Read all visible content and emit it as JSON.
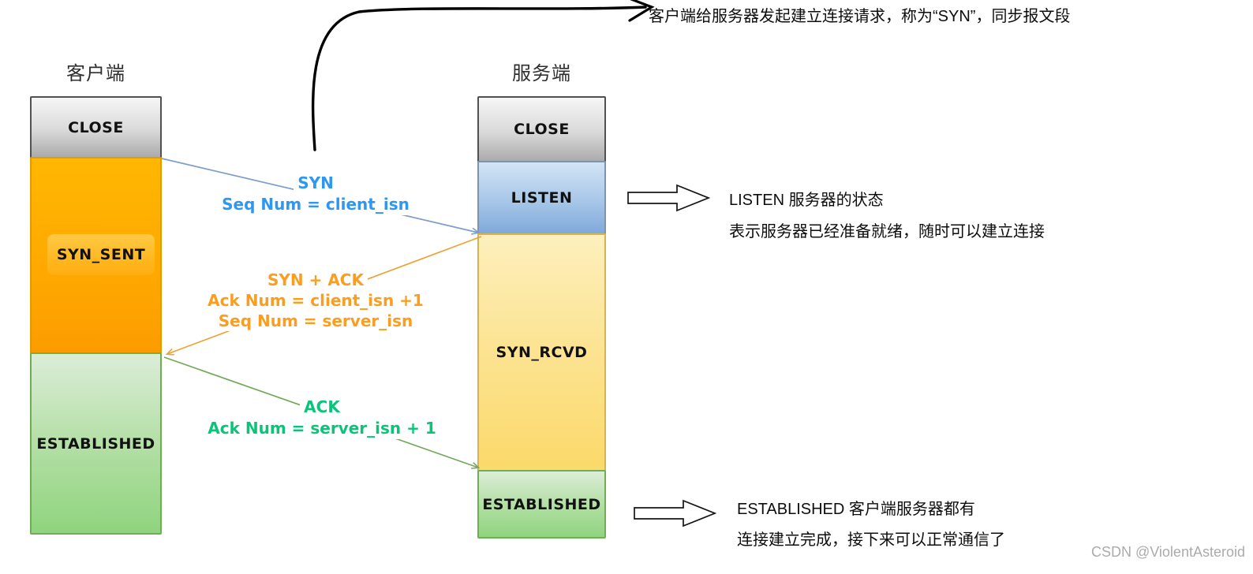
{
  "top_note": {
    "text": "客户端给服务器发起建立连接请求，称为“SYN”，同步报文段"
  },
  "client": {
    "title": "客户端",
    "states": [
      {
        "label": "CLOSE"
      },
      {
        "label": "SYN_SENT"
      },
      {
        "label": "ESTABLISHED"
      }
    ]
  },
  "server": {
    "title": "服务端",
    "states": [
      {
        "label": "CLOSE"
      },
      {
        "label": "LISTEN"
      },
      {
        "label": "SYN_RCVD"
      },
      {
        "label": "ESTABLISHED"
      }
    ]
  },
  "messages": [
    {
      "name": "syn",
      "lines": [
        "SYN",
        "Seq Num = client_isn"
      ],
      "color": "#2e97f2"
    },
    {
      "name": "syn-ack",
      "lines": [
        "SYN + ACK",
        "Ack Num =  client_isn +1",
        "Seq Num = server_isn"
      ],
      "color": "#fb9e1f"
    },
    {
      "name": "ack",
      "lines": [
        "ACK",
        "Ack Num = server_isn + 1"
      ],
      "color": "#0ac47a"
    }
  ],
  "annotations": [
    {
      "line1": "LISTEN 服务器的状态",
      "line2": "表示服务器已经准备就绪，随时可以建立连接"
    },
    {
      "line1": "ESTABLISHED 客户端服务器都有",
      "line2": "连接建立完成，接下来可以正常通信了"
    }
  ],
  "watermark": "CSDN @ViolentAsteroid",
  "colors": {
    "close_gray": "#ababab",
    "syn_sent_orange": "#ffa800",
    "listen_blue": "#7fa9da",
    "syn_rcvd_yellow": "#fbd96a",
    "established_green": "#8fd47e",
    "msg_syn_blue": "#2e97f2",
    "msg_syn_ack_orange": "#fb9e1f",
    "msg_ack_green": "#0ac47a",
    "annotation_arrow_fill": "#ffffff",
    "line_black": "#000000"
  }
}
